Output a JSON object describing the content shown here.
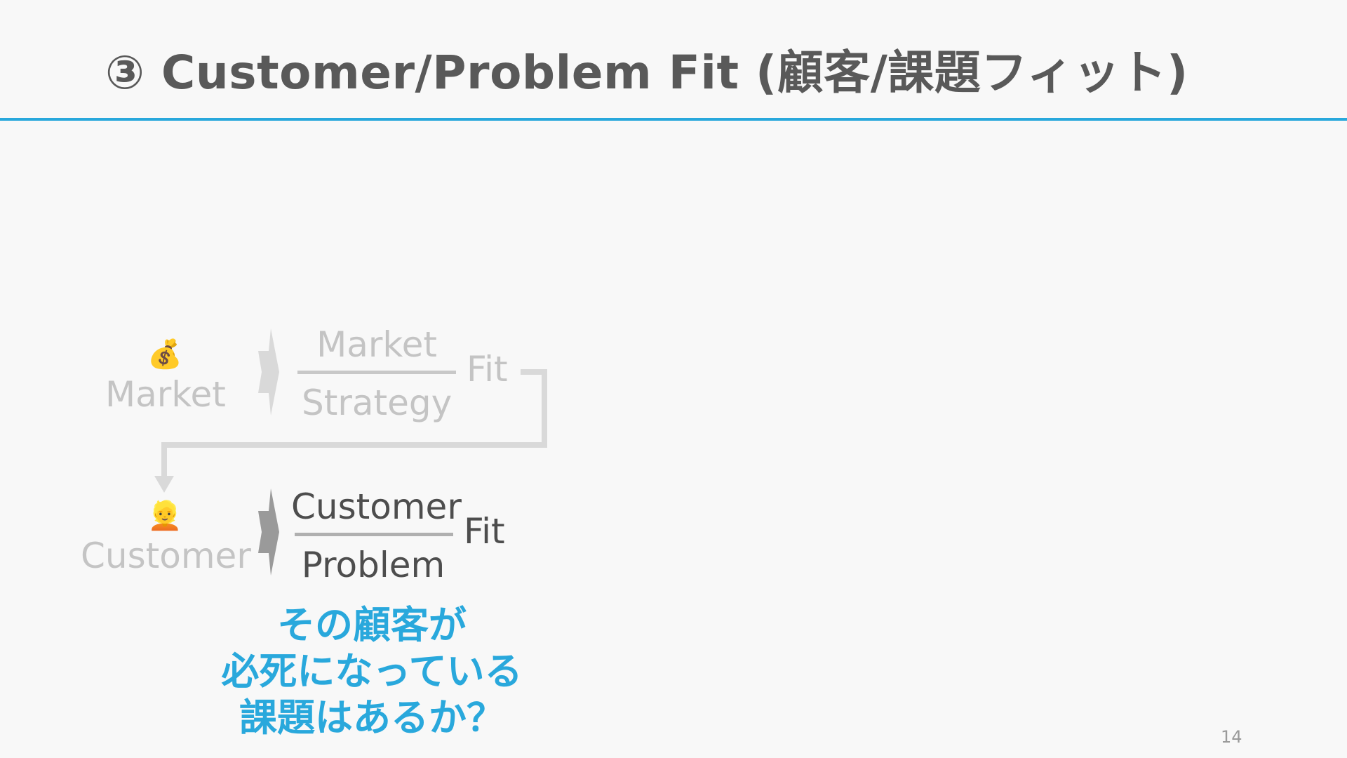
{
  "slide": {
    "title": "③ Customer/Problem Fit (顧客/課題フィット)",
    "page_number": "14"
  },
  "market_row": {
    "icon": "money-bag-icon",
    "icon_glyph": "💰",
    "left_label": "Market",
    "numerator": "Market",
    "denominator": "Strategy",
    "fit_label": "Fit"
  },
  "customer_row": {
    "icon": "person-face-icon",
    "icon_glyph": "👱",
    "left_label": "Customer",
    "numerator": "Customer",
    "denominator": "Problem",
    "fit_label": "Fit"
  },
  "question": {
    "line1": "その顧客が",
    "line2": "必死になっている",
    "line3": "課題はあるか？"
  },
  "colors": {
    "accent": "#29a8dc",
    "muted": "#c4c4c4",
    "dark": "#4d4d4d"
  }
}
